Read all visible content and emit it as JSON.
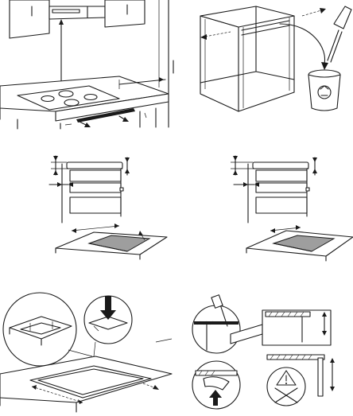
{
  "figure": {
    "panels": [
      {
        "id": "panel-1",
        "icons": [
          "cooker-hood-icon",
          "hob-icon",
          "dimension-arrow-icon"
        ]
      },
      {
        "id": "panel-2",
        "icons": [
          "kitchen-cabinet-icon",
          "removal-arrow-icon",
          "recycle-bin-icon",
          "hand-icon"
        ]
      },
      {
        "id": "panel-3",
        "icons": [
          "cabinet-section-icon",
          "dimension-arrow-icon",
          "countertop-cutout-icon"
        ]
      },
      {
        "id": "panel-4",
        "icons": [
          "cabinet-section-icon",
          "dimension-arrow-icon",
          "countertop-cutout-icon"
        ]
      },
      {
        "id": "panel-5",
        "icons": [
          "seal-strip-detail-icon",
          "press-arrow-icon",
          "hob-frame-icon"
        ]
      },
      {
        "id": "panel-6",
        "icons": [
          "sealant-gun-icon",
          "section-detail-icon",
          "warning-icon",
          "clip-icon"
        ]
      }
    ]
  }
}
